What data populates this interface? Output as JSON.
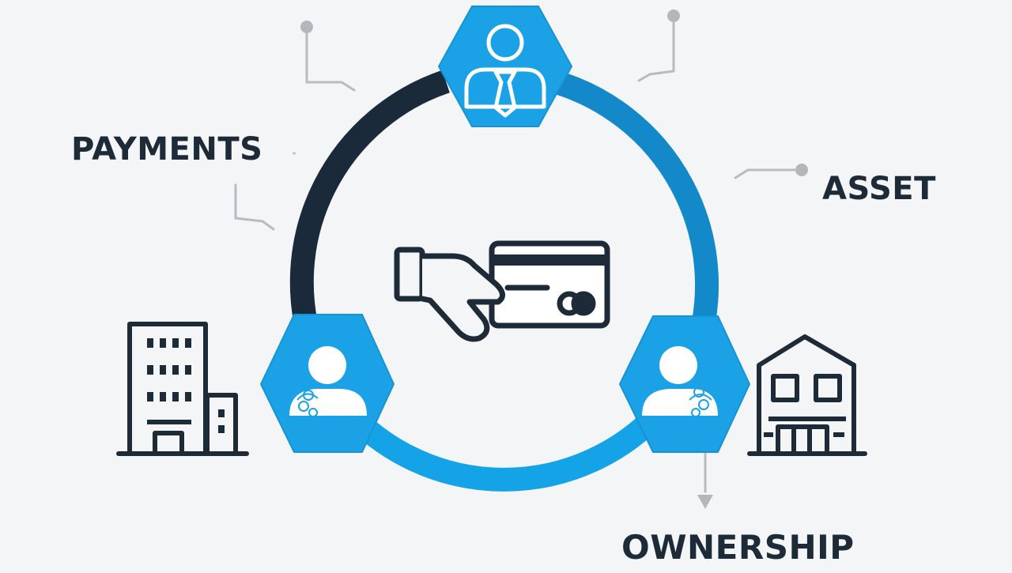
{
  "labels": {
    "payments": "PAYMENTS",
    "asset": "ASSET",
    "ownership": "OWNERSHIP"
  },
  "icons": {
    "top_node": "businessman-icon",
    "left_node": "person-icon",
    "right_node": "person-icon",
    "center": "hand-with-credit-card-icon",
    "left_building": "office-building-icon",
    "right_building": "house-icon"
  },
  "colors": {
    "ring_dark": "#1b2a3b",
    "ring_blue": "#1389c9",
    "ring_light_blue": "#14a3e6",
    "hexagon": "#1ba1e6",
    "icon_stroke": "#1d2a38",
    "connector": "#b8bcc0",
    "background": "#f4f5f6"
  }
}
